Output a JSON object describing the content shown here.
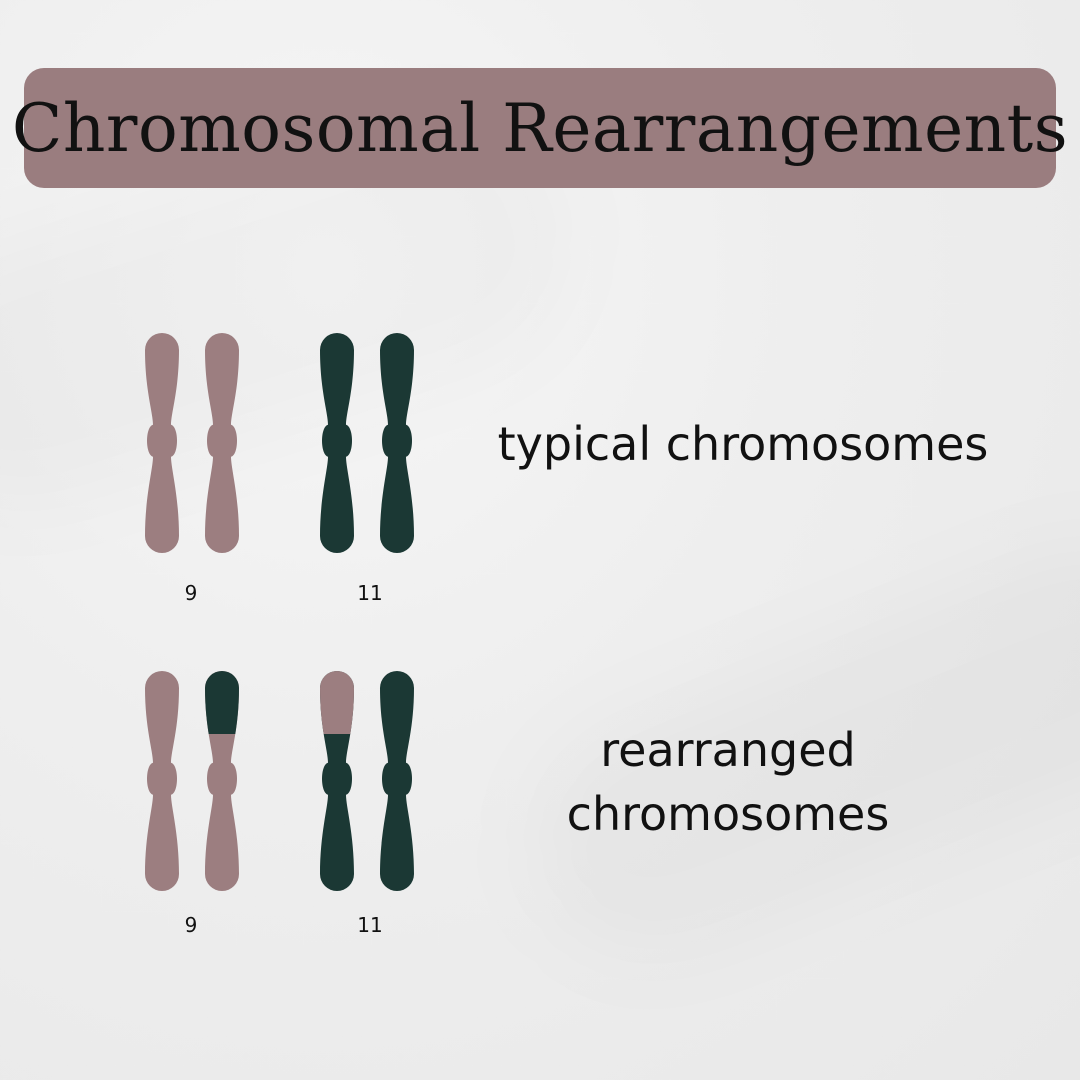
{
  "title": "Chromosomal Rearrangements",
  "colors": {
    "banner": "#9a7d7f",
    "chromosome_9": "#9c7e80",
    "chromosome_11": "#1b3834",
    "text": "#111111"
  },
  "rows": [
    {
      "label_lines": [
        "typical chromosomes"
      ],
      "numbers": [
        "9",
        "11"
      ]
    },
    {
      "label_lines": [
        "rearranged",
        "chromosomes"
      ],
      "numbers": [
        "9",
        "11"
      ]
    }
  ]
}
